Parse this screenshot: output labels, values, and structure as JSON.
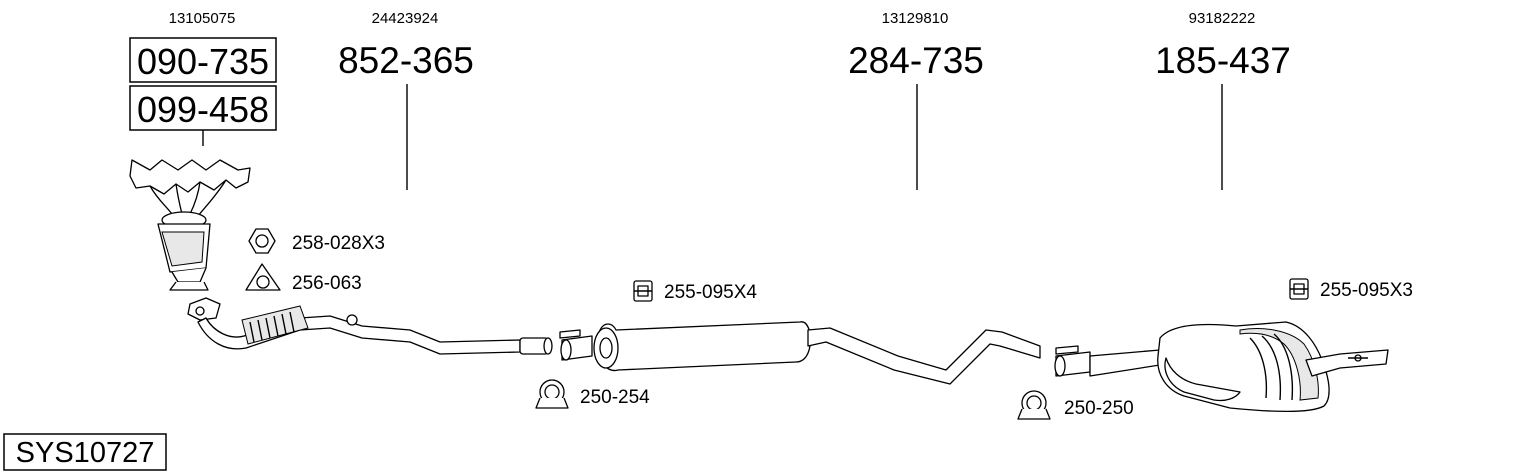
{
  "diagram": {
    "system_code": "SYS10727",
    "oem_numbers": [
      "13105075",
      "24423924",
      "13129810",
      "93182222"
    ],
    "main_parts": {
      "manifold_1": "090-735",
      "manifold_2": "099-458",
      "front_pipe": "852-365",
      "middle_silencer": "284-735",
      "rear_silencer": "185-437"
    },
    "accessories": {
      "nut": "258-028X3",
      "gasket": "256-063",
      "rubber_mount_a": "255-095X4",
      "rubber_mount_b": "255-095X3",
      "clamp_a": "250-254",
      "clamp_b": "250-250"
    },
    "colors": {
      "line": "#000000",
      "background": "#ffffff"
    }
  }
}
